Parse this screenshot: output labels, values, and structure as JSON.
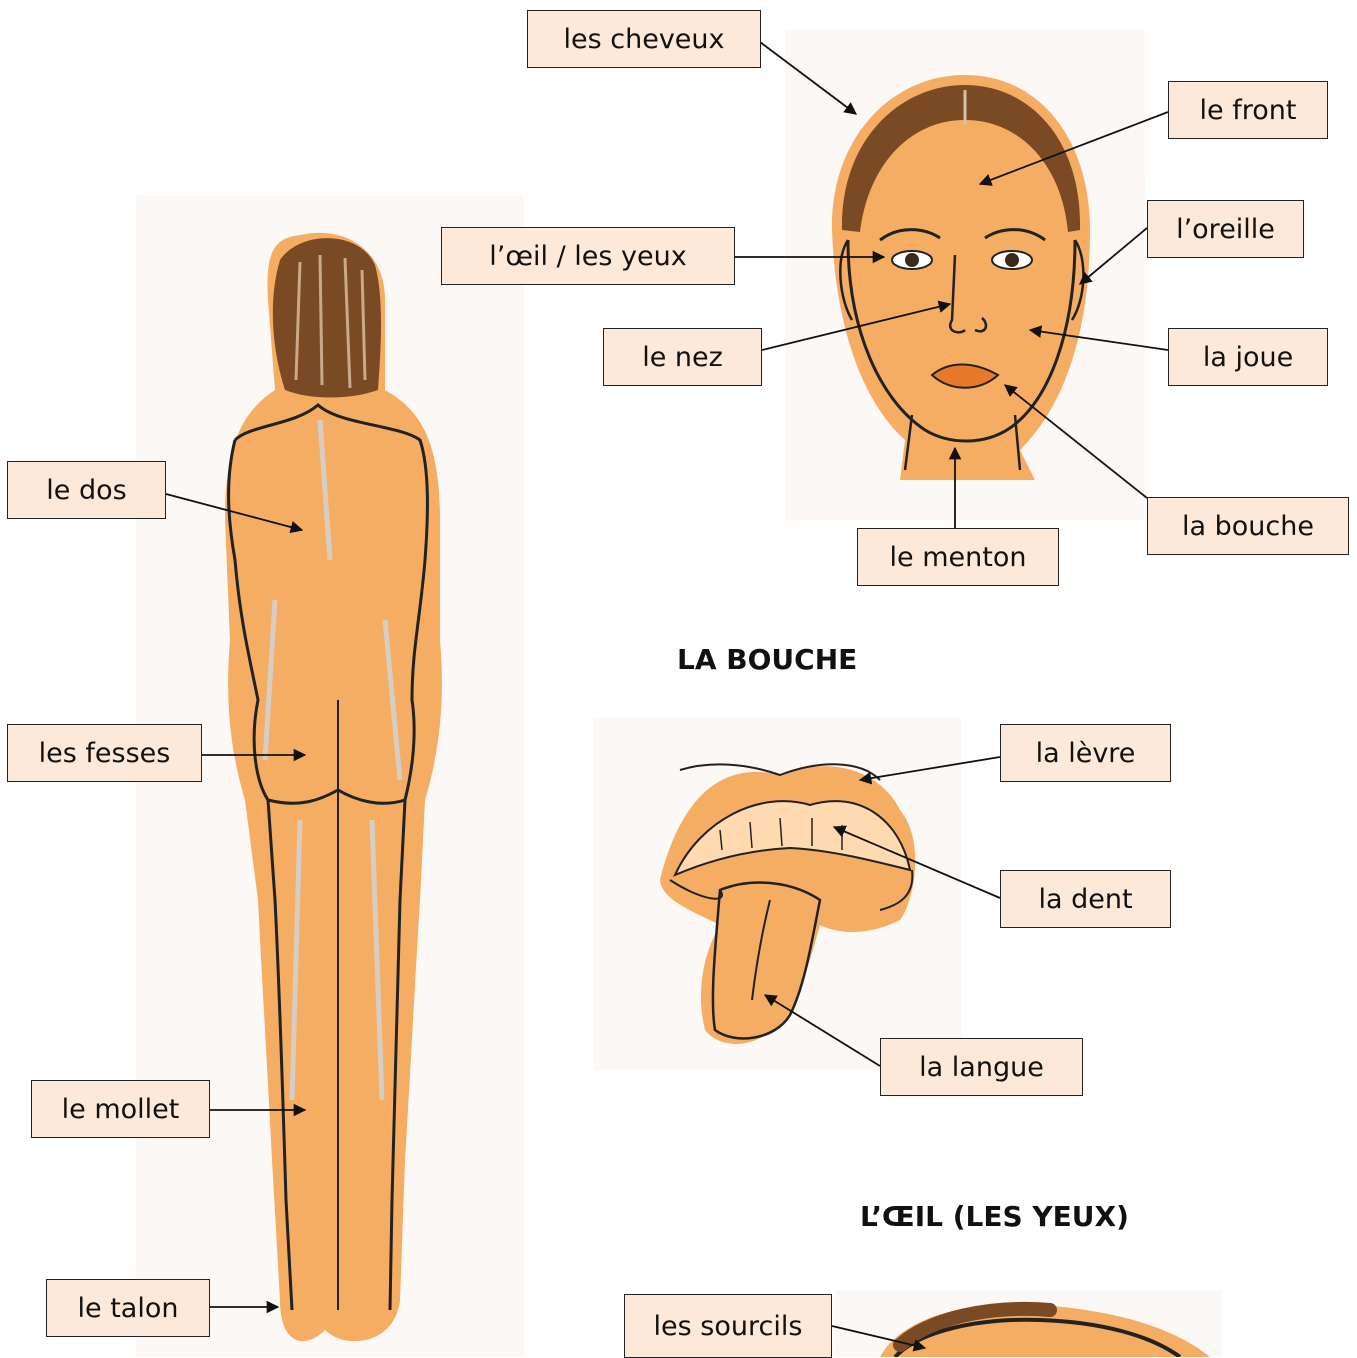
{
  "headings": {
    "mouth": "LA BOUCHE",
    "eye": "L’ŒIL (LES YEUX)"
  },
  "labels": {
    "cheveux": "les cheveux",
    "front": "le front",
    "oreille": "l’oreille",
    "oeil": "l’œil / les yeux",
    "nez": "le nez",
    "joue": "la joue",
    "bouche": "la bouche",
    "menton": "le menton",
    "dos": "le dos",
    "fesses": "les fesses",
    "mollet": "le mollet",
    "talon": "le talon",
    "levre": "la lèvre",
    "dent": "la dent",
    "langue": "la langue",
    "sourcils": "les sourcils"
  },
  "colors": {
    "skin": "#f5ad63",
    "hair": "#7a4a24",
    "label_fill": "#fde9d9",
    "panel_bg": "#fbf8f6",
    "lip": "#e8782a"
  }
}
